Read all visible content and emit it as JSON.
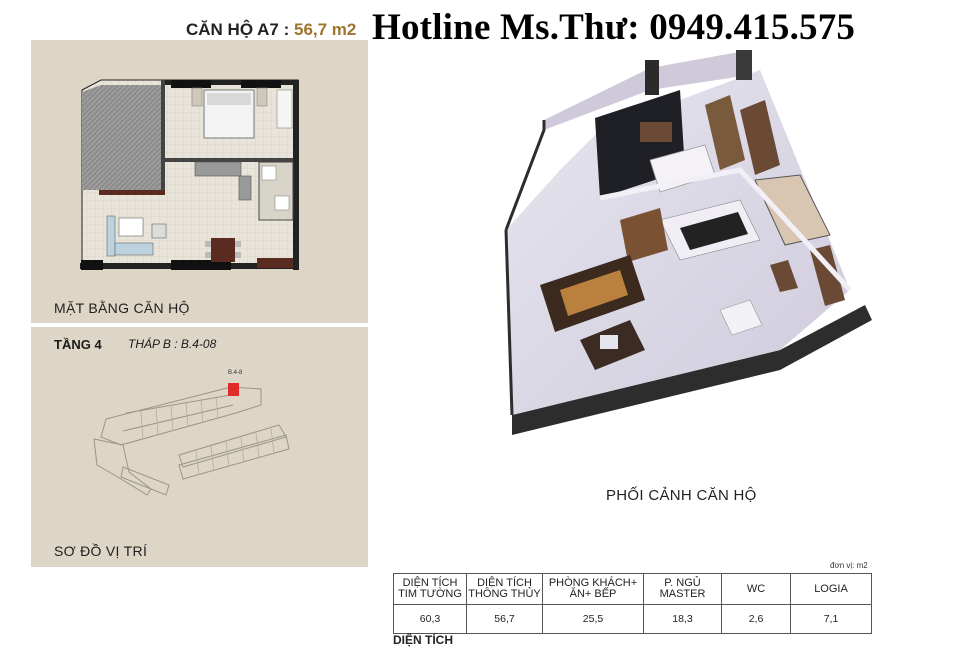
{
  "header": {
    "apartment_label": "CĂN HỘ A7 :",
    "apartment_area": "56,7 m2",
    "hotline": "Hotline Ms.Thư: 0949.415.575"
  },
  "floor_plan": {
    "caption": "MẶT BẰNG CĂN HỘ"
  },
  "site_plan": {
    "floor_label": "TẦNG 4",
    "tower_label": "THÁP B : B.4-08",
    "unit_marker": "B.4-8",
    "caption": "SƠ ĐỒ VỊ TRÍ"
  },
  "render": {
    "caption": "PHỐI CẢNH CĂN HỘ"
  },
  "area_table": {
    "unit_note": "đơn vị: m2",
    "headers": [
      [
        "DIỆN TÍCH",
        "TIM TƯỜNG"
      ],
      [
        "DIỆN TÍCH",
        "THÔNG THỦY"
      ],
      [
        "PHÒNG KHÁCH+",
        "ĂN+ BẾP"
      ],
      [
        "P. NGỦ",
        "MASTER"
      ],
      [
        "WC"
      ],
      [
        "LOGIA"
      ]
    ],
    "values": [
      "60,3",
      "56,7",
      "25,5",
      "18,3",
      "2,6",
      "7,1"
    ],
    "footer": "DIỆN TÍCH"
  }
}
